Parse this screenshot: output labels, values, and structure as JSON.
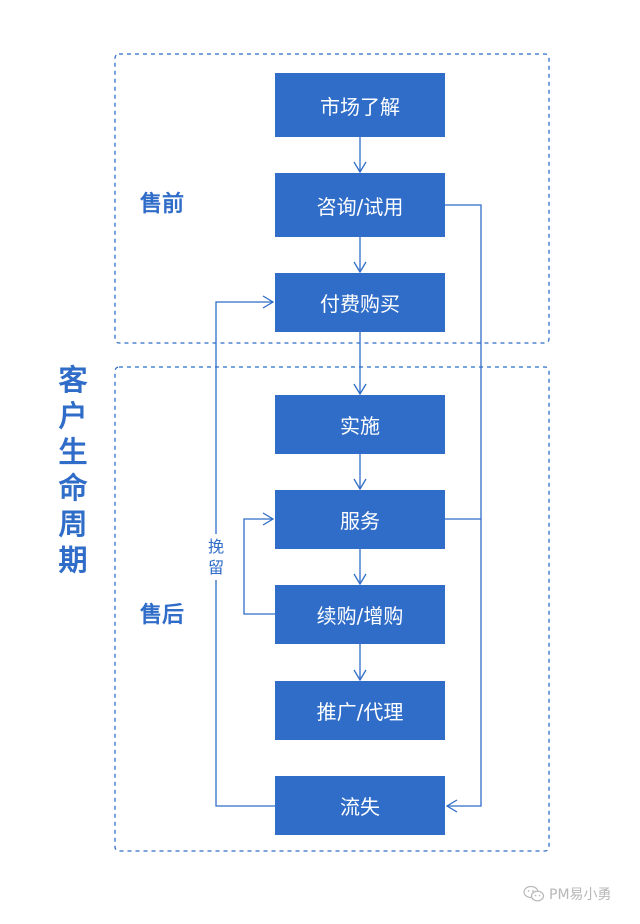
{
  "title_chars": [
    "客",
    "户",
    "生",
    "命",
    "周",
    "期"
  ],
  "phases": {
    "pre_sale": "售前",
    "post_sale": "售后"
  },
  "steps": {
    "market": "市场了解",
    "consult": "咨询/试用",
    "purchase": "付费购买",
    "implement": "实施",
    "service": "服务",
    "renew": "续购/增购",
    "promote": "推广/代理",
    "churn": "流失"
  },
  "retain_chars": [
    "挽",
    "留"
  ],
  "watermark": {
    "icon": "wechat-icon",
    "text": "PM易小勇"
  },
  "colors": {
    "accent": "#2F6DC8",
    "box_text": "#ffffff",
    "watermark": "#b8b8b8"
  }
}
